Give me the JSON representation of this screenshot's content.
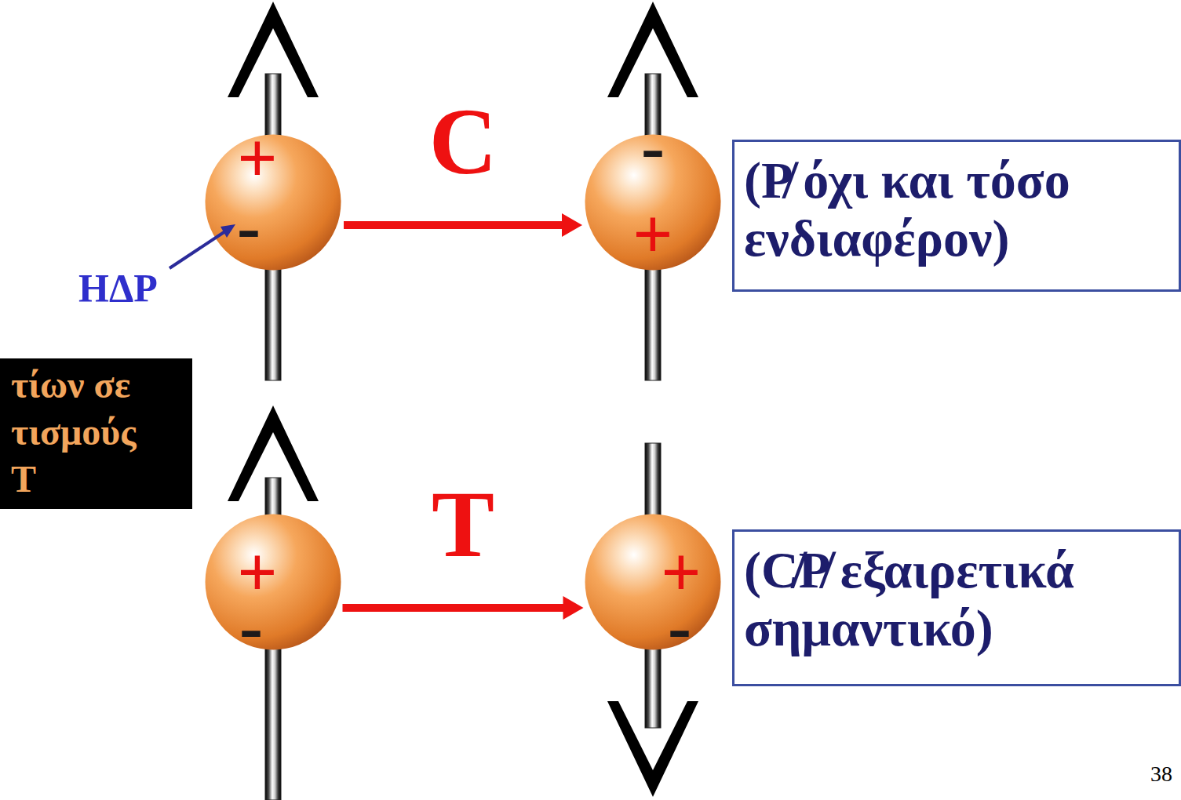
{
  "diagram": {
    "nodes": [
      {
        "text": [
          "+",
          "-"
        ]
      },
      {
        "text": [
          "-",
          "+"
        ]
      },
      {
        "text": [
          "(P̸ όχι και τόσο ενδιαφέρον)"
        ]
      },
      {
        "text": [
          "τίων σε τισμούς T"
        ]
      },
      {
        "text": [
          "+",
          "-"
        ]
      },
      {
        "text": [
          "+",
          "-"
        ]
      },
      {
        "text": [
          "(C̸P̸ εξαιρετικά σημαντικό)"
        ]
      }
    ],
    "edges": [
      {
        "from": 0,
        "to": 1,
        "label": "C",
        "arrow": "to"
      },
      {
        "from": 4,
        "to": 5,
        "label": "T",
        "arrow": "to"
      }
    ],
    "labels": [
      "ΗΔΡ",
      "38"
    ]
  }
}
